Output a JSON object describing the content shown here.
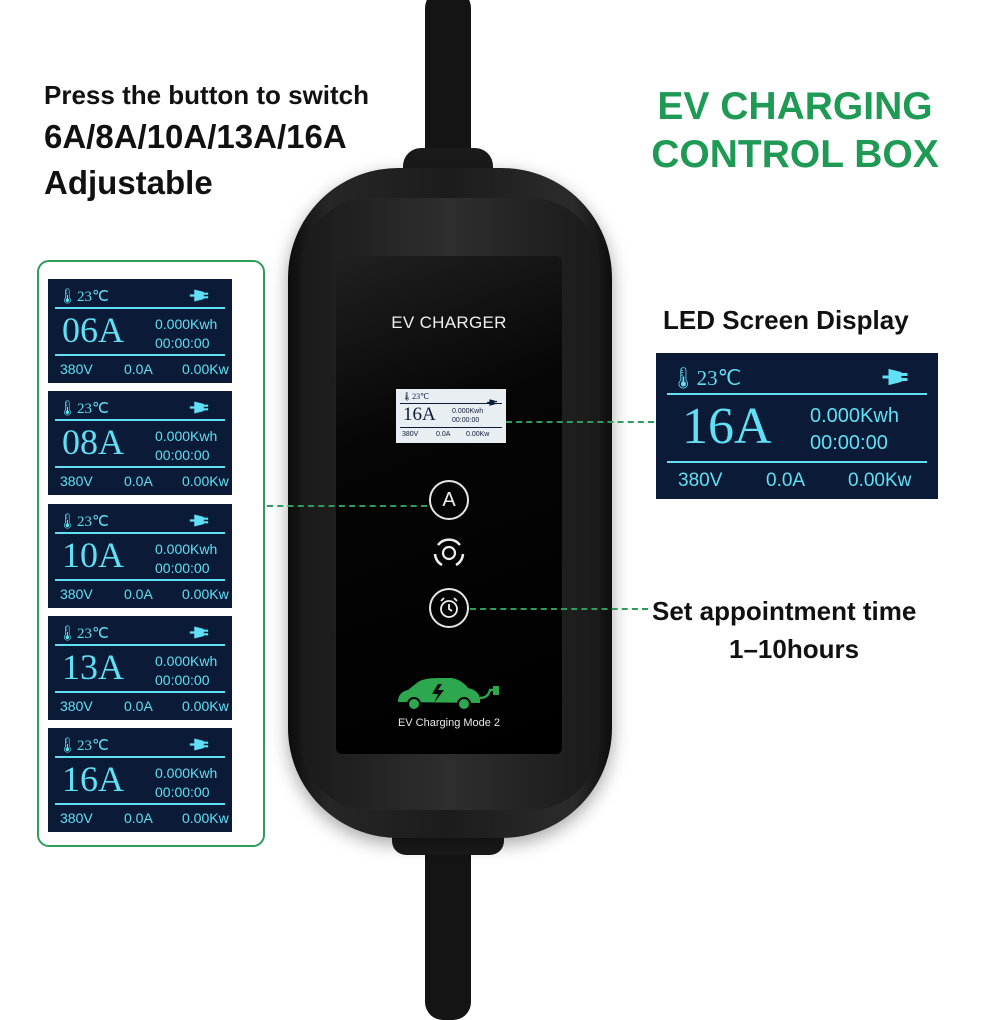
{
  "headline": {
    "line1": "Press the button to switch",
    "line2": "6A/8A/10A/13A/16A",
    "line3": "Adjustable"
  },
  "title": {
    "line1": "EV CHARGING",
    "line2": "CONTROL BOX"
  },
  "led_label": "LED Screen Display",
  "appointment": {
    "line1": "Set appointment time",
    "line2": "1–10hours"
  },
  "device": {
    "label": "EV CHARGER",
    "mode_caption": "EV Charging Mode 2",
    "buttons": [
      "A"
    ]
  },
  "screen_common": {
    "temperature": "23℃",
    "energy": "0.000Kwh",
    "timer": "00:00:00",
    "voltage": "380V",
    "current": "0.0A",
    "power": "0.00Kw"
  },
  "screens": [
    {
      "amp": "06A"
    },
    {
      "amp": "08A"
    },
    {
      "amp": "10A"
    },
    {
      "amp": "13A"
    },
    {
      "amp": "16A"
    }
  ],
  "big_screen": {
    "amp": "16A"
  },
  "device_screen": {
    "amp": "16A"
  },
  "colors": {
    "accent_green": "#1f9a55",
    "lcd_bg": "#0b1a36",
    "lcd_text": "#5fe0f5"
  },
  "icons": [
    "thermometer-icon",
    "plug-icon",
    "timer-icon",
    "power-ring-icon",
    "ev-car-icon"
  ]
}
